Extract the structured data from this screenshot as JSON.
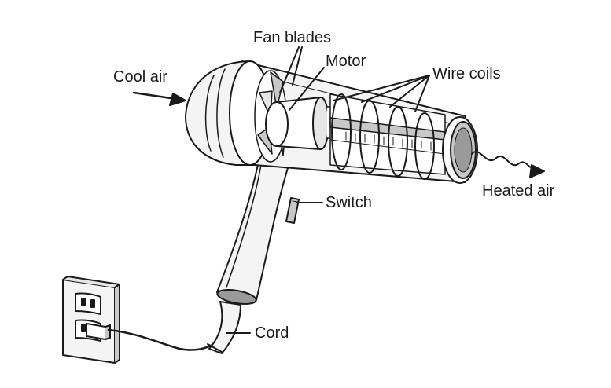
{
  "labels": {
    "fan_blades": "Fan blades",
    "motor": "Motor",
    "wire_coils": "Wire coils",
    "cool_air": "Cool air",
    "switch": "Switch",
    "heated_air": "Heated air",
    "cord": "Cord"
  },
  "colors": {
    "ink": "#1a1a1a",
    "body_fill": "#f4f4f4",
    "shade": "#c8c8c8",
    "dark_shade": "#9a9a9a"
  }
}
